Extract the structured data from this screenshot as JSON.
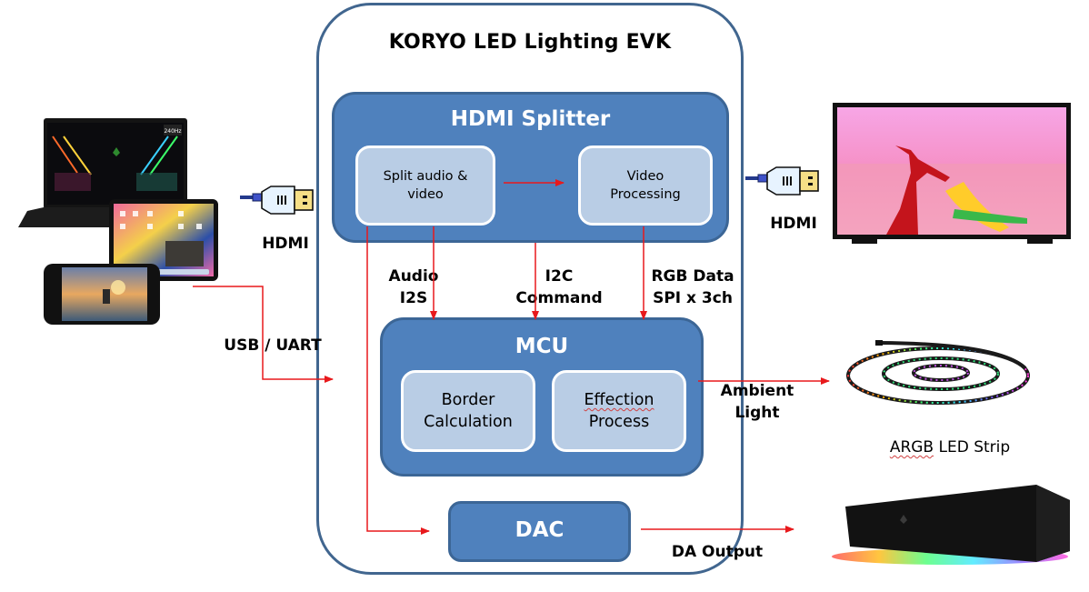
{
  "diagram": {
    "title": "KORYO LED Lighting EVK",
    "hdmi_splitter": {
      "title": "HDMI Splitter",
      "split": "Split audio  & video",
      "video": "Video Processing"
    },
    "mcu": {
      "title": "MCU",
      "border": "Border Calculation",
      "effection": "Effection Process"
    },
    "dac": {
      "title": "DAC"
    },
    "signals": {
      "audio_line1": "Audio",
      "audio_line2": "I2S",
      "i2c_line1": "I2C",
      "i2c_line2": "Command",
      "rgb_line1": "RGB Data",
      "rgb_line2": "SPI x 3ch",
      "ambient_line1": "Ambient",
      "ambient_line2": "Light",
      "da_output": "DA Output",
      "usb_uart": "USB / UART",
      "hdmi_in": "HDMI",
      "hdmi_out": "HDMI"
    },
    "devices": {
      "led_strip": "ARGB LED Strip",
      "laptop_badge": "240Hz"
    },
    "colors": {
      "box_blue": "#4f81bd",
      "box_border": "#3c6696",
      "sub_box": "#b9cde5",
      "outline": "#41668f",
      "arrow": "#e8191c"
    }
  }
}
